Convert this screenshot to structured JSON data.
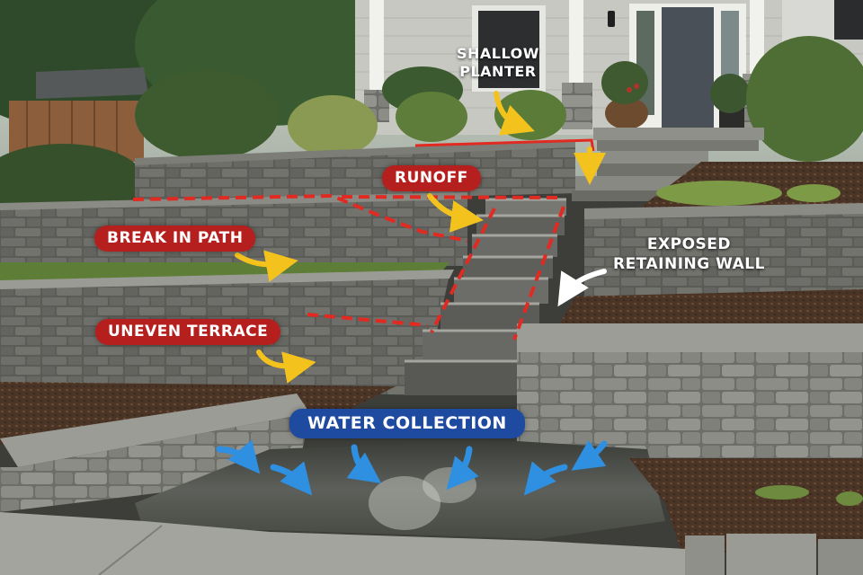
{
  "image": {
    "description": "Annotated photo of a terraced front yard with stone retaining walls, concrete steps leading to a house porch, and a puddle at the bottom",
    "colors": {
      "label_red": "#b5201e",
      "label_blue": "#1e4aa0",
      "arrow_yellow": "#f4c21c",
      "arrow_white": "#ffffff",
      "arrow_blue": "#2f8fe0",
      "dash_red": "#e12a22"
    }
  },
  "annotations": {
    "shallow_planter": {
      "line1": "SHALLOW",
      "line2": "PLANTER"
    },
    "runoff": {
      "text": "RUNOFF"
    },
    "break_in_path": {
      "text": "BREAK IN PATH"
    },
    "uneven_terrace": {
      "text": "UNEVEN TERRACE"
    },
    "exposed_retaining_wall": {
      "line1": "EXPOSED",
      "line2": "RETAINING WALL"
    },
    "water_collection": {
      "text": "WATER COLLECTION"
    }
  }
}
